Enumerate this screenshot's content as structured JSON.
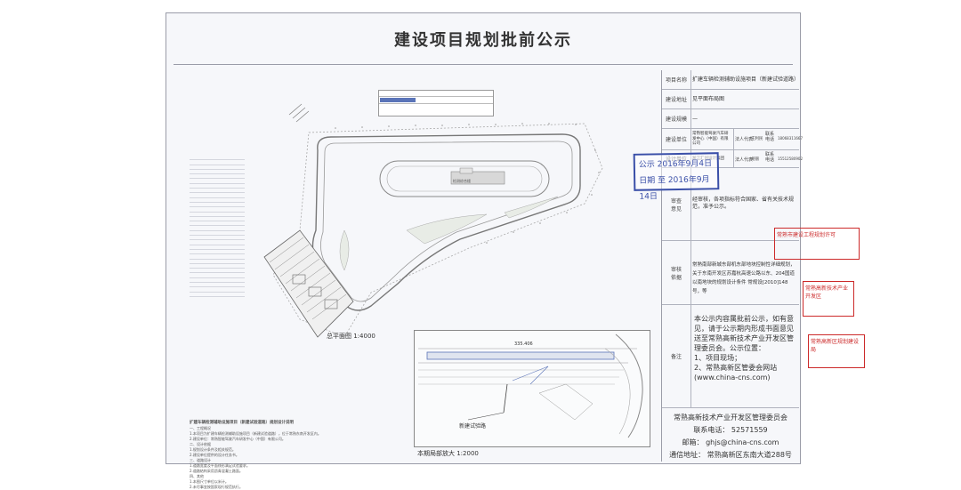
{
  "title": "建设项目规划批前公示",
  "info": {
    "project_label": "项目名称",
    "project_value": "扩建车辆检测辅助设施项目（新建试验道路）",
    "location_label": "建设地址",
    "location_value": "见平面布局图",
    "scale_label": "建设规模",
    "scale_value": "—",
    "unit_label": "建设单位",
    "unit_value": "常熟智能驾驶汽车研发中心（中国）有限公司",
    "legal_label": "法人代表",
    "legal_value": "王利民",
    "phone_label": "联系电话",
    "phone_value": "18068311667",
    "designer_label": "设计单位",
    "designer_value": "浙江汇创设计集团",
    "designer_legal": "胡丽",
    "designer_phone": "15512580902",
    "opinion_label": "审查意见",
    "opinion_text": "经审核，各项指标符合国家、省有关技术规范，准予公示。",
    "basis_label": "审核依据",
    "basis_text": "常熟南部新城东部机东部地块控制性详细规划，关于东南开发区苏嘉杭高速公路以东、204国道以南地块的规划设计条件 常规设[2010]148号，等",
    "remark_label": "备注",
    "remark_text": "本公示内容属批前公示，如有意见，请于公示期内形成书面意见送至常熟高新技术产业开发区管理委员会。公示位置：",
    "remark_item1": "1、项目现场；",
    "remark_item2": "2、常熟高新区管委会网站(www.china-cns.com)",
    "footer_org": "常熟高新技术产业开发区管理委员会",
    "footer_phone": "联系电话： 52571559",
    "footer_email": "邮箱： ghjs@china-cns.com",
    "footer_address": "通信地址： 常熟高新区东南大道288号"
  },
  "stamps": {
    "public_period": "公示 2016年9月4日 日期 至 2016年9月14日",
    "red1": "常熟市建设工程规划许可",
    "red2": "常熟高新技术产业开发区",
    "red3": "常熟高新区规划建设局"
  },
  "plan": {
    "overall_caption": "总平面图 1:4000",
    "local_caption": "本期局部放大 1:2000",
    "new_road_label": "新建试验路",
    "dimension": "335.406",
    "building_label": "检测综合楼",
    "notes_title": "扩建车辆检测辅助设施项目（新建试验道路）规划设计说明",
    "notes_lines": [
      "一、工程概况",
      "1.本项目为扩建车辆检测辅助设施项目（新建试验道路），位于常熟东南开发区内。",
      "2.建设单位：常熟智能驾驶汽车研发中心（中国）有限公司。",
      "二、设计依据",
      "1.规划设计条件及相关规范。",
      "2.建设单位提供的设计任务书。",
      "三、道路设计",
      "1.道路宽度及平面线形满足试验要求。",
      "2.道路结构采用沥青混凝土路面。",
      "四、其他",
      "1.本图尺寸单位以米计。",
      "2.未尽事宜按国家现行规范执行。"
    ]
  },
  "colors": {
    "stamp_red": "#cc2a2a",
    "stamp_blue": "#3a4fa8",
    "line": "#9a9ca8"
  }
}
